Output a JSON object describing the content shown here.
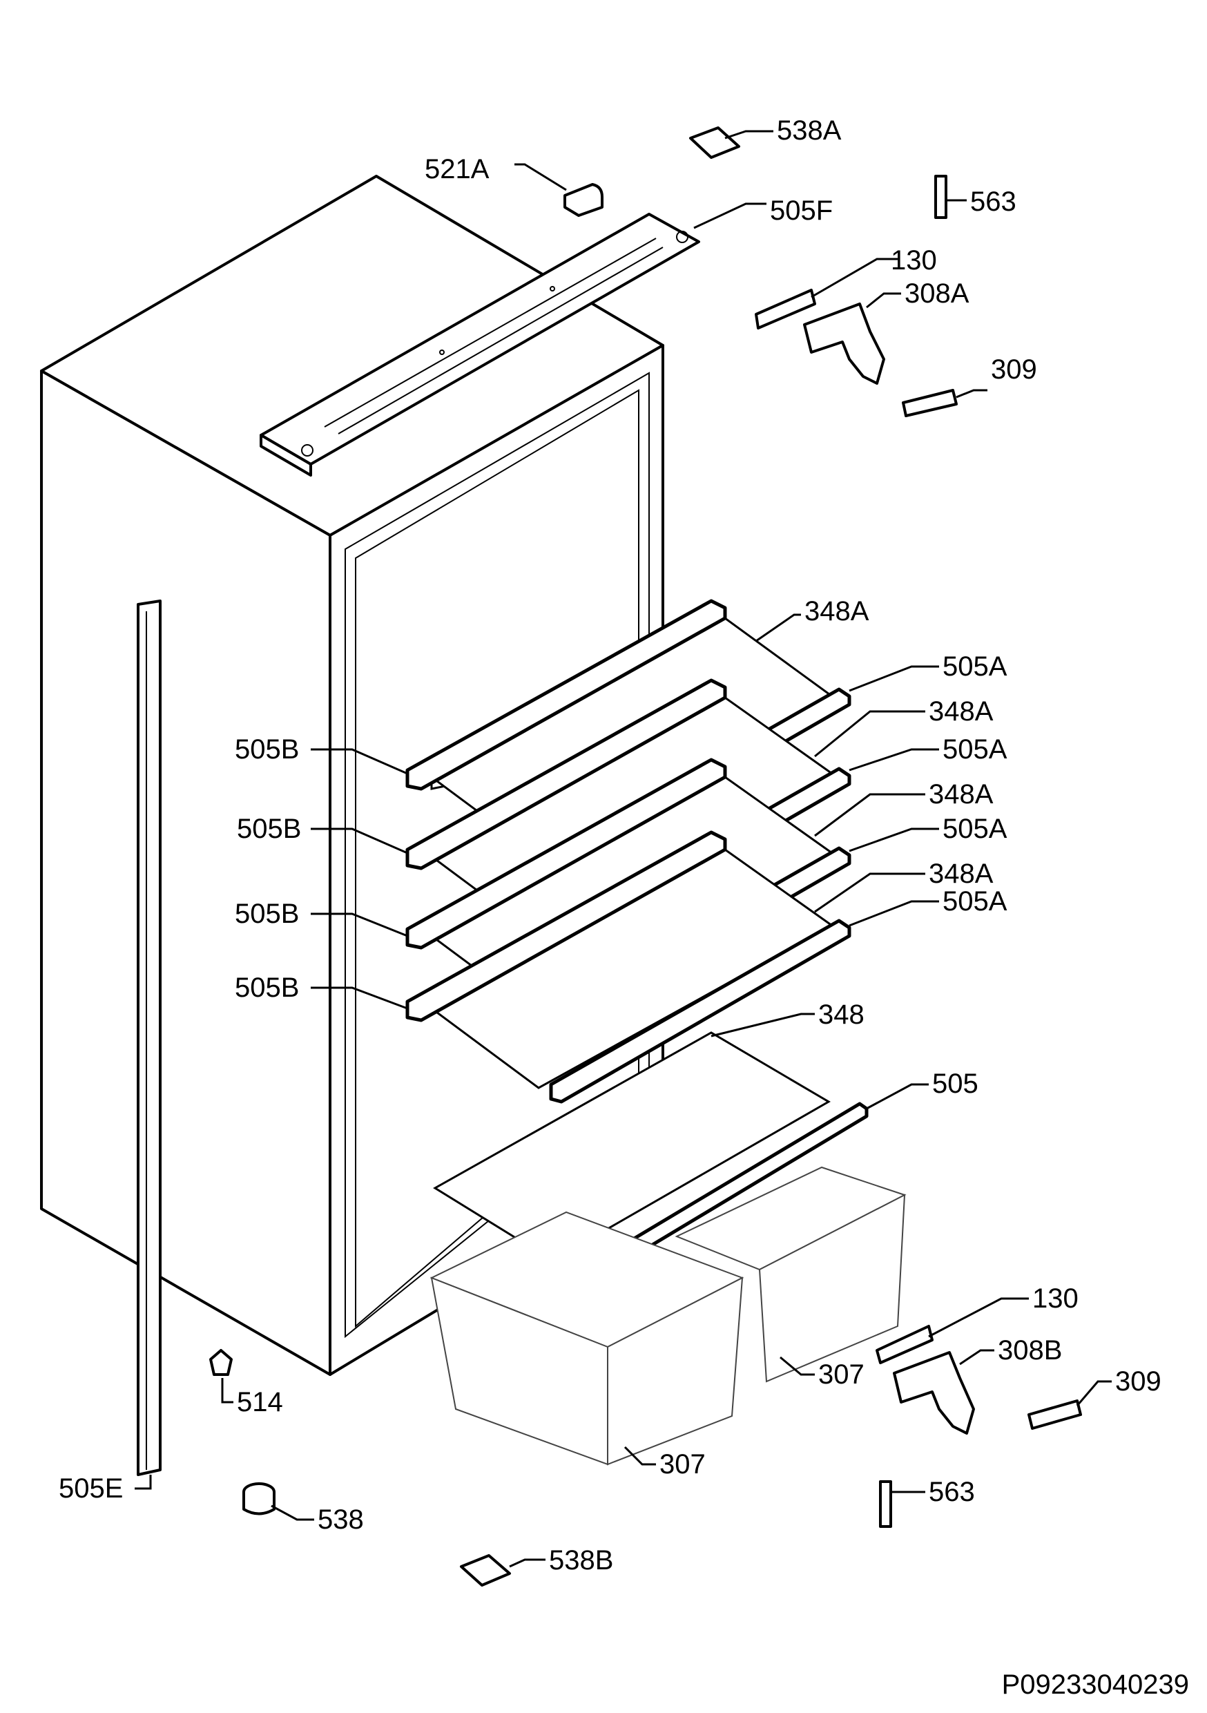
{
  "labels": {
    "l538A_top": "538A",
    "l521A": "521A",
    "l505F": "505F",
    "l563_top": "563",
    "l130_top": "130",
    "l308A": "308A",
    "l309_top": "309",
    "l348A_1": "348A",
    "l505A_1": "505A",
    "l505B_1": "505B",
    "l348A_2": "348A",
    "l505A_2": "505A",
    "l505B_2": "505B",
    "l348A_3": "348A",
    "l505A_3": "505A",
    "l505B_3": "505B",
    "l348A_4": "348A",
    "l505A_4": "505A",
    "l505B_4": "505B",
    "l348": "348",
    "l505": "505",
    "l130_bot": "130",
    "l308B": "308B",
    "l309_bot": "309",
    "l307_right": "307",
    "l307_left": "307",
    "l514": "514",
    "l505E": "505E",
    "l538": "538",
    "l563_bot": "563",
    "l538B": "538B"
  },
  "drawing_code": "P09233040239"
}
